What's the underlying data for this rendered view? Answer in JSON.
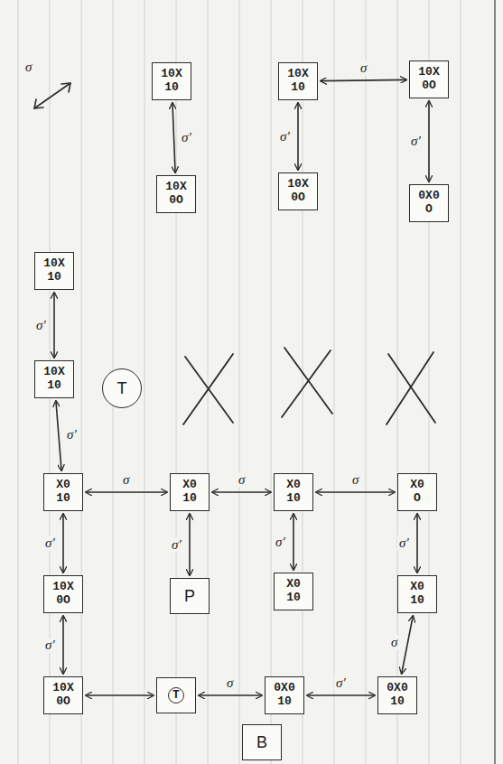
{
  "diagram": {
    "nodes": [
      {
        "text": [
          "10X 10"
        ]
      },
      {
        "text": [
          "10X 10"
        ]
      },
      {
        "text": [
          "10X 0O"
        ]
      },
      {
        "text": [
          "10X 0O"
        ]
      },
      {
        "text": [
          "10X 0O"
        ]
      },
      {
        "text": [
          "0X0 O"
        ]
      },
      {
        "text": [
          "10X 10"
        ]
      },
      {
        "text": [
          "10X 10"
        ]
      },
      {
        "text": [
          "T"
        ]
      },
      {
        "text": [
          "X0 10"
        ]
      },
      {
        "text": [
          "X0 10"
        ]
      },
      {
        "text": [
          "X0 10"
        ]
      },
      {
        "text": [
          "X0 O"
        ]
      },
      {
        "text": [
          "10X 0O"
        ]
      },
      {
        "text": [
          "P"
        ]
      },
      {
        "text": [
          "X0 10"
        ]
      },
      {
        "text": [
          "X0 10"
        ]
      },
      {
        "text": [
          "10X 0O"
        ]
      },
      {
        "text": [
          "T"
        ]
      },
      {
        "text": [
          "0X0 10"
        ]
      },
      {
        "text": [
          "0X0 10"
        ]
      },
      {
        "text": [
          "B"
        ]
      }
    ],
    "edges": [
      {
        "from": 1,
        "to": 2,
        "arrow": "both",
        "label": "σ"
      },
      {
        "from": 0,
        "to": 3,
        "arrow": "both",
        "label": "σ'"
      },
      {
        "from": 1,
        "to": 4,
        "arrow": "both",
        "label": "σ'"
      },
      {
        "from": 2,
        "to": 5,
        "arrow": "both",
        "label": "σ'"
      },
      {
        "from": 6,
        "to": 7,
        "arrow": "both",
        "label": "σ'"
      },
      {
        "from": 7,
        "to": 9,
        "arrow": "both",
        "label": "σ'"
      },
      {
        "from": 9,
        "to": 10,
        "arrow": "both",
        "label": "σ"
      },
      {
        "from": 10,
        "to": 11,
        "arrow": "both",
        "label": "σ"
      },
      {
        "from": 11,
        "to": 12,
        "arrow": "both",
        "label": "σ"
      },
      {
        "from": 9,
        "to": 13,
        "arrow": "both",
        "label": "σ'"
      },
      {
        "from": 10,
        "to": 14,
        "arrow": "both",
        "label": "σ'"
      },
      {
        "from": 11,
        "to": 15,
        "arrow": "both",
        "label": "σ'"
      },
      {
        "from": 12,
        "to": 16,
        "arrow": "both",
        "label": "σ'"
      },
      {
        "from": 13,
        "to": 17,
        "arrow": "both",
        "label": "σ'"
      },
      {
        "from": 17,
        "to": 18,
        "arrow": "both"
      },
      {
        "from": 18,
        "to": 19,
        "arrow": "both",
        "label": "σ"
      },
      {
        "from": 19,
        "to": 20,
        "arrow": "both",
        "label": "σ'"
      },
      {
        "from": 16,
        "to": 20,
        "arrow": "both",
        "label": "σ"
      }
    ],
    "labels": [
      "σ"
    ]
  }
}
